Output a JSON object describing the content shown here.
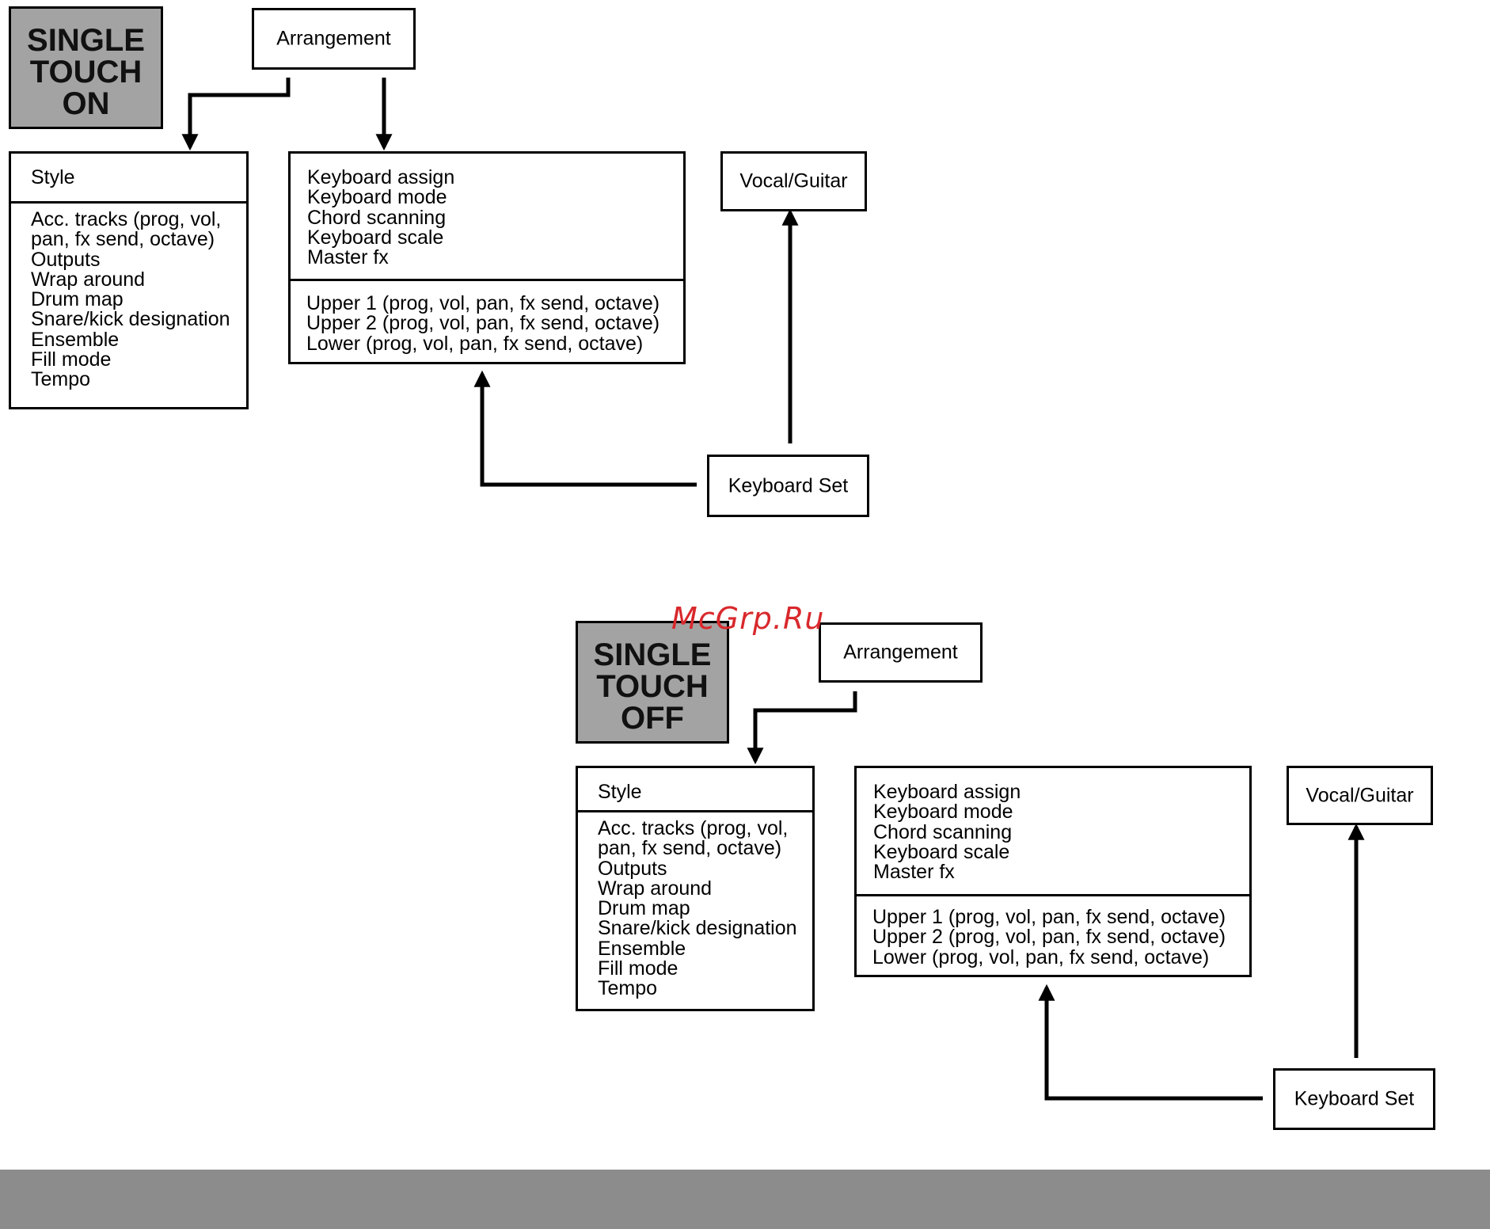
{
  "diagrams": [
    {
      "mode_label": [
        "SINGLE",
        "TOUCH",
        "ON"
      ],
      "arrangement": "Arrangement",
      "style": {
        "title": "Style",
        "items": [
          "Acc. tracks (prog, vol,",
          "pan, fx send, octave)",
          "Outputs",
          "Wrap around",
          "Drum map",
          "Snare/kick designation",
          "Ensemble",
          "Fill mode",
          "Tempo"
        ]
      },
      "keyboard_params": {
        "top_items": [
          "Keyboard assign",
          "Keyboard mode",
          "Chord scanning",
          "Keyboard scale",
          "Master fx"
        ],
        "bottom_items": [
          "Upper 1 (prog, vol, pan, fx send, octave)",
          "Upper 2 (prog, vol, pan, fx send, octave)",
          "Lower (prog, vol, pan, fx send, octave)"
        ]
      },
      "vocal_guitar": "Vocal/Guitar",
      "keyboard_set": "Keyboard Set"
    },
    {
      "mode_label": [
        "SINGLE",
        "TOUCH",
        "OFF"
      ],
      "arrangement": "Arrangement",
      "style": {
        "title": "Style",
        "items": [
          "Acc. tracks (prog, vol,",
          "pan, fx send, octave)",
          "Outputs",
          "Wrap around",
          "Drum map",
          "Snare/kick designation",
          "Ensemble",
          "Fill mode",
          "Tempo"
        ]
      },
      "keyboard_params": {
        "top_items": [
          "Keyboard assign",
          "Keyboard mode",
          "Chord scanning",
          "Keyboard scale",
          "Master fx"
        ],
        "bottom_items": [
          "Upper 1 (prog, vol, pan, fx send, octave)",
          "Upper 2 (prog, vol, pan, fx send, octave)",
          "Lower (prog, vol, pan, fx send, octave)"
        ]
      },
      "vocal_guitar": "Vocal/Guitar",
      "keyboard_set": "Keyboard Set"
    }
  ],
  "watermark": "McGrp.Ru"
}
